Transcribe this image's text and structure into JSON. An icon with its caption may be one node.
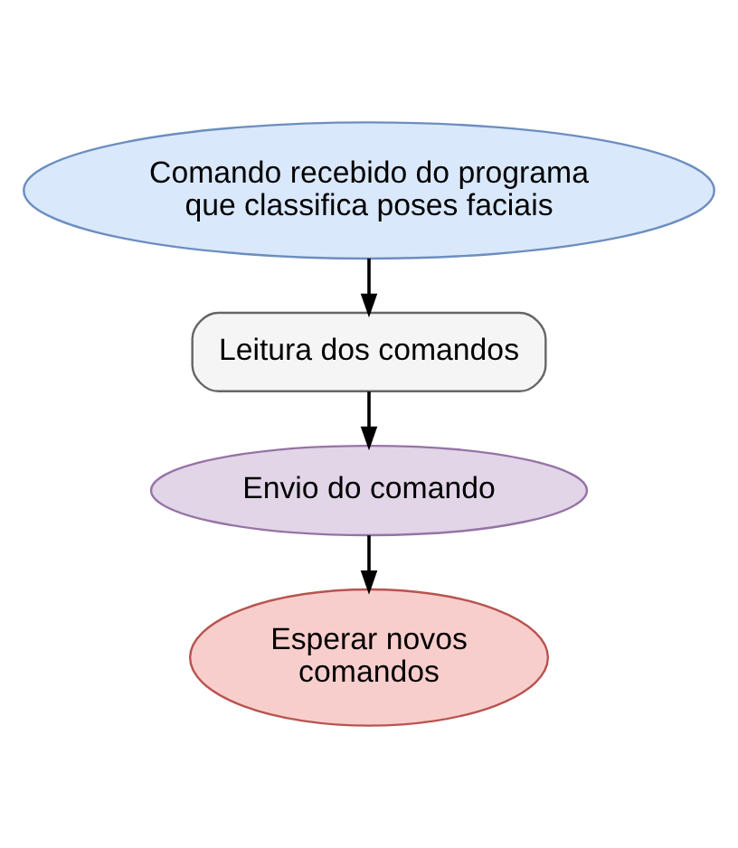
{
  "diagram": {
    "nodes": [
      {
        "text": [
          "Comando recebido do programa que classifica poses faciais"
        ]
      },
      {
        "text": [
          "Leitura dos comandos"
        ]
      },
      {
        "text": [
          "Envio do comando"
        ]
      },
      {
        "text": [
          "Esperar novos comandos"
        ]
      }
    ],
    "edges": [
      {
        "from": 0,
        "to": 1,
        "arrow": "to"
      },
      {
        "from": 1,
        "to": 2,
        "arrow": "to"
      },
      {
        "from": 2,
        "to": 3,
        "arrow": "to"
      }
    ]
  }
}
